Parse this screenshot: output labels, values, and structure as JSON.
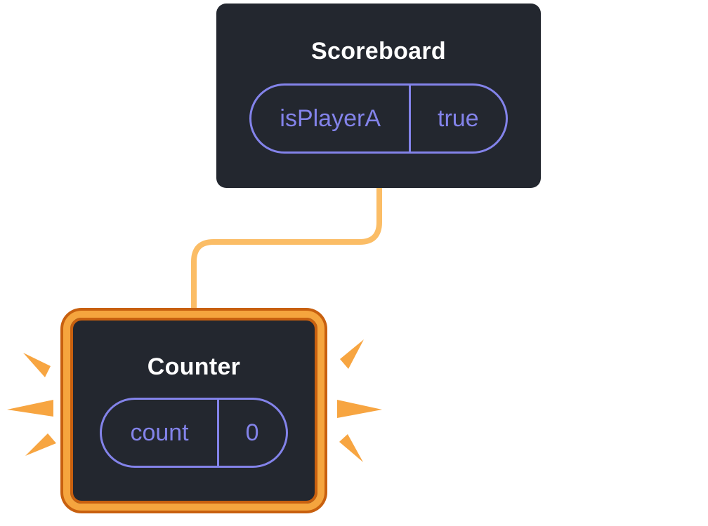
{
  "diagram": {
    "description": "React component tree showing Scoreboard parent passing state down; Counter component highlighted as re-rendered",
    "scoreboard": {
      "title": "Scoreboard",
      "state_name": "isPlayerA",
      "state_value": "true"
    },
    "counter": {
      "title": "Counter",
      "state_name": "count",
      "state_value": "0"
    },
    "colors": {
      "card_background": "#23272f",
      "title_text": "#ffffff",
      "pill_accent": "#8383ea",
      "connector_orange": "#fbbd66",
      "highlight_border_fill": "#f5a53e",
      "highlight_border_edge": "#c8600f",
      "spark_orange": "#f7a541"
    }
  }
}
